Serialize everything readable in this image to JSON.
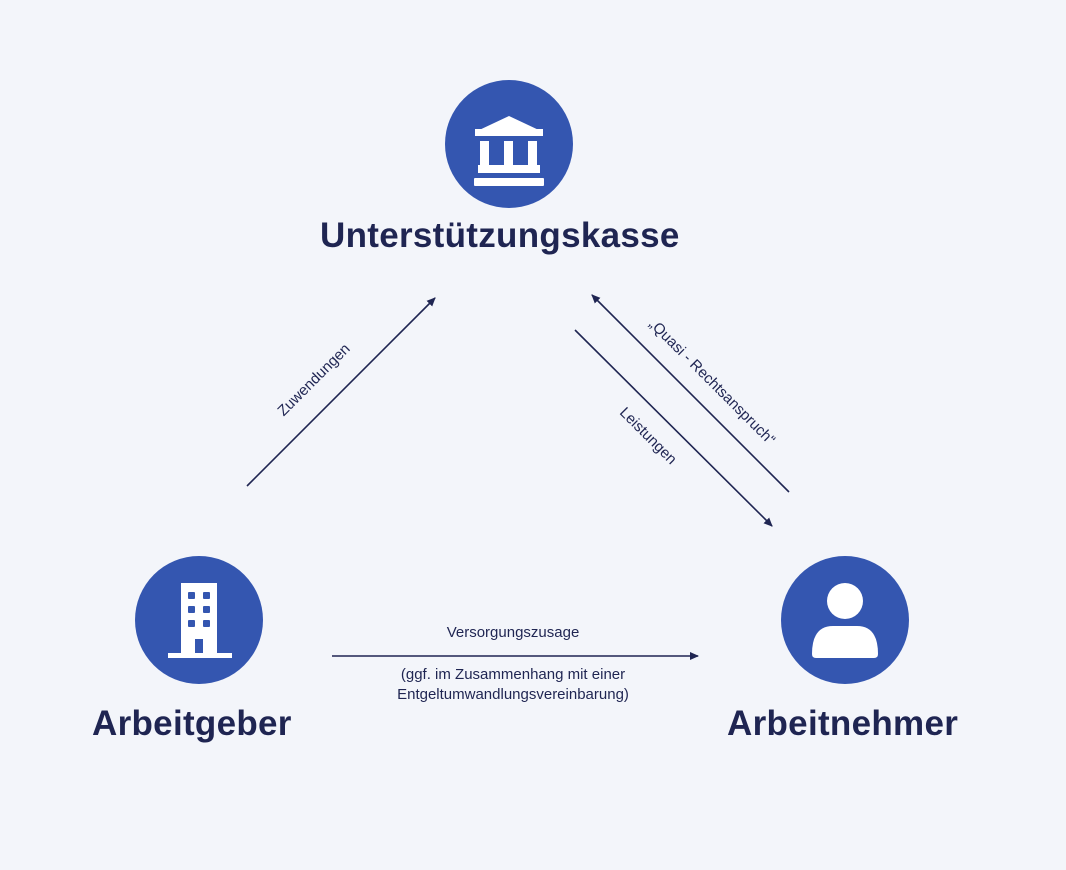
{
  "nodes": {
    "top": {
      "label": "Unterstützungskasse",
      "icon": "bank-icon"
    },
    "left": {
      "label": "Arbeitgeber",
      "icon": "building-icon"
    },
    "right": {
      "label": "Arbeitnehmer",
      "icon": "person-icon"
    }
  },
  "edges": {
    "zuwendungen": "Zuwendungen",
    "quasi": "„Quasi - Rechtsanspruch“",
    "leistungen": "Leistungen",
    "versorgung": "Versorgungszusage",
    "versorgung_note_1": "(ggf. im Zusammenhang mit einer",
    "versorgung_note_2": "Entgeltumwandlungsvereinbarung)"
  },
  "colors": {
    "background": "#f3f5fa",
    "accent": "#3456b0",
    "text": "#1f2552"
  }
}
